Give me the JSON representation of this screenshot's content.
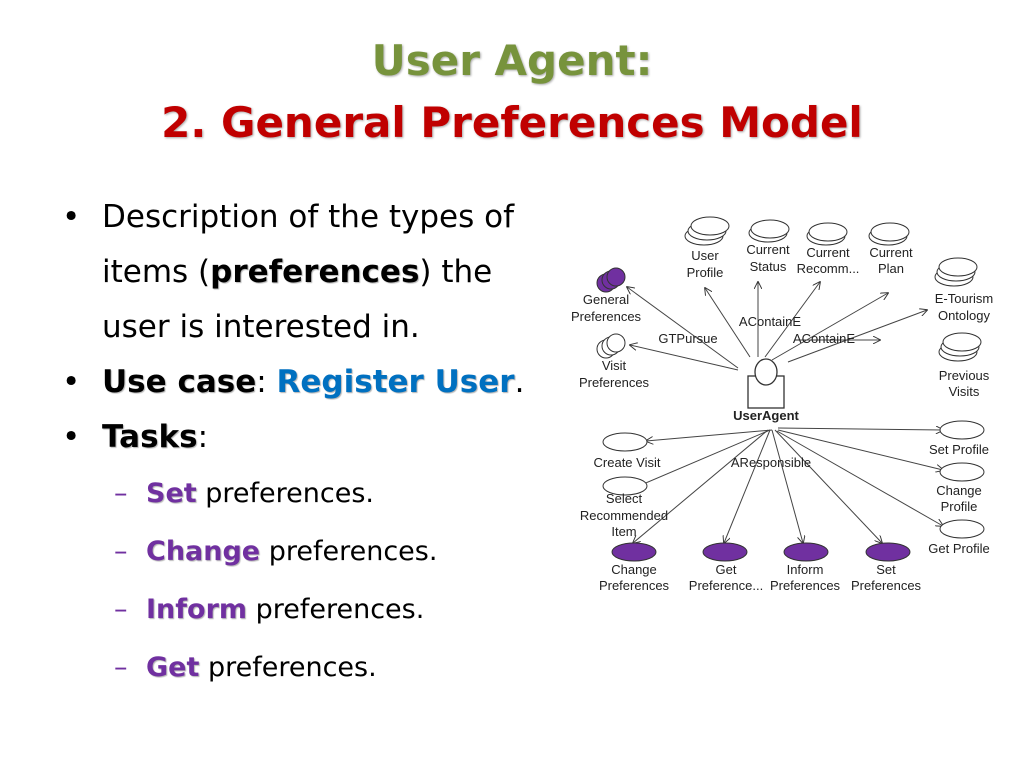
{
  "slide": {
    "title_line1": "User Agent:",
    "title_line2": "2. General Preferences Model"
  },
  "bullets": {
    "b1_text_a": "Description of the types of items (",
    "b1_keyword": "preferences",
    "b1_text_b": ") the user is interested in.",
    "b2_label": "Use case",
    "b2_sep": ": ",
    "b2_value": "Register User",
    "b2_end": ".",
    "b3_label": "Tasks",
    "b3_end": ":",
    "tasks": [
      {
        "verb": "Set",
        "rest": " preferences."
      },
      {
        "verb": "Change",
        "rest": " preferences."
      },
      {
        "verb": "Inform",
        "rest": " preferences."
      },
      {
        "verb": "Get",
        "rest": " preferences."
      }
    ]
  },
  "diagram": {
    "center": "UserAgent",
    "top_nodes": [
      {
        "line1": "User",
        "line2": "Profile"
      },
      {
        "line1": "Current",
        "line2": "Status"
      },
      {
        "line1": "Current",
        "line2": "Recomm..."
      },
      {
        "line1": "Current",
        "line2": "Plan"
      }
    ],
    "right_nodes": [
      {
        "line1": "E-Tourism",
        "line2": "Ontology"
      },
      {
        "line1": "Previous",
        "line2": "Visits"
      }
    ],
    "left_nodes": [
      {
        "line1": "General",
        "line2": "Preferences"
      },
      {
        "line1": "Visit",
        "line2": "Preferences"
      }
    ],
    "edge_labels": {
      "gtpursue": "GTPursue",
      "acontaine1": "AContainE",
      "acontaine2": "AContainE",
      "aresponsible": "AResponsible"
    },
    "task_left": [
      {
        "line1": "Create Visit",
        "line2": "",
        "line3": ""
      },
      {
        "line1": "Select",
        "line2": "Recommended",
        "line3": "Item"
      }
    ],
    "task_right": [
      {
        "line1": "Set Profile",
        "line2": ""
      },
      {
        "line1": "Change",
        "line2": "Profile"
      },
      {
        "line1": "Get Profile",
        "line2": ""
      }
    ],
    "task_bottom": [
      {
        "line1": "Change",
        "line2": "Preferences"
      },
      {
        "line1": "Get",
        "line2": "Preference..."
      },
      {
        "line1": "Inform",
        "line2": "Preferences"
      },
      {
        "line1": "Set",
        "line2": "Preferences"
      }
    ],
    "colors": {
      "purple": "#7030a0",
      "stroke": "#333333"
    }
  }
}
